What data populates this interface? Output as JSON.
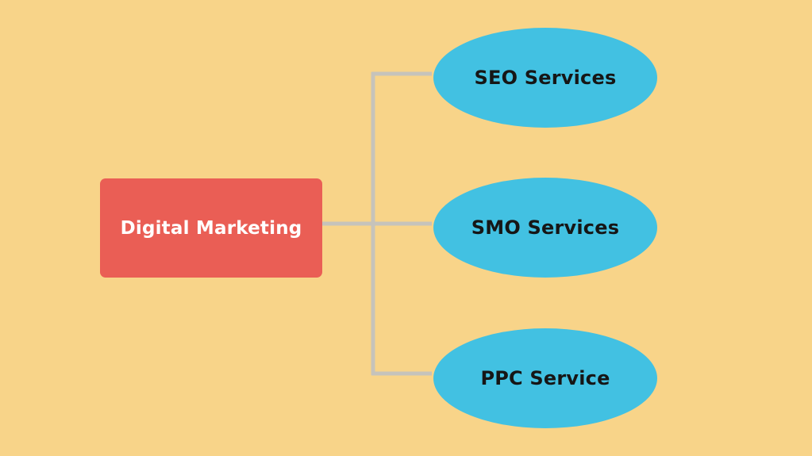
{
  "colors": {
    "background": "#f8d489",
    "root_fill": "#ea5e55",
    "child_fill": "#42c1e2",
    "connector": "#c6c3bb"
  },
  "diagram": {
    "root": {
      "label": "Digital Marketing"
    },
    "children": [
      {
        "label": "SEO Services"
      },
      {
        "label": "SMO Services"
      },
      {
        "label": "PPC Service"
      }
    ]
  }
}
